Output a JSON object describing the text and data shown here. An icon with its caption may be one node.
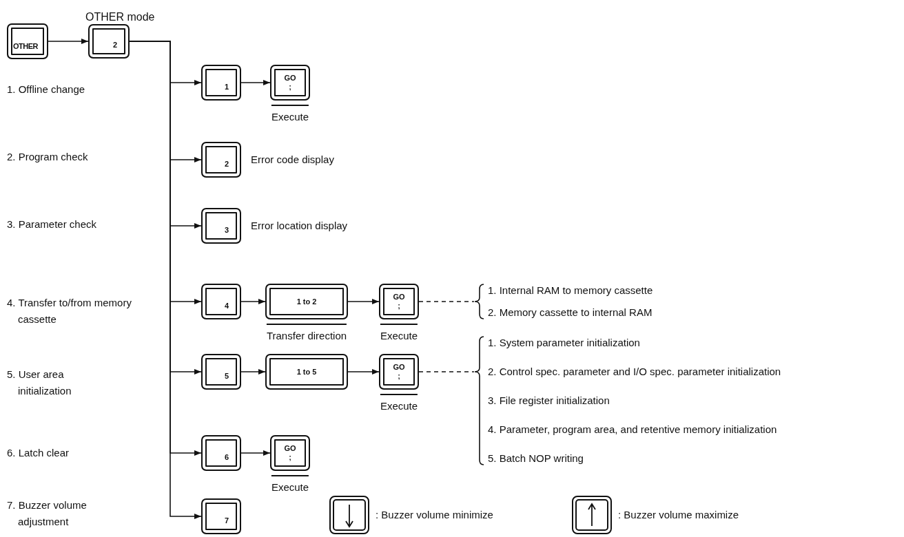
{
  "diagram": {
    "nodes": [
      {
        "text": [
          "OTHER"
        ]
      },
      {
        "text": [
          "2"
        ],
        "beside": [
          "OTHER mode"
        ]
      },
      {
        "text": [
          "1"
        ]
      },
      {
        "text": [
          "GO",
          ";"
        ],
        "beside": [
          "Execute"
        ]
      },
      {
        "text": [
          "2"
        ],
        "beside": [
          "Error code display"
        ]
      },
      {
        "text": [
          "3"
        ],
        "beside": [
          "Error location display"
        ]
      },
      {
        "text": [
          "4"
        ]
      },
      {
        "text": [
          "1 to 2"
        ],
        "beside": [
          "Transfer direction"
        ]
      },
      {
        "text": [
          "GO",
          ";"
        ],
        "beside": [
          "Execute"
        ]
      },
      {
        "text": [
          "1. Internal RAM to memory cassette",
          "2. Memory cassette to internal RAM"
        ]
      },
      {
        "text": [
          "5"
        ]
      },
      {
        "text": [
          "1 to 5"
        ]
      },
      {
        "text": [
          "GO",
          ";"
        ],
        "beside": [
          "Execute"
        ]
      },
      {
        "text": [
          "1. System parameter initialization",
          "2. Control spec. parameter and I/O spec. parameter initialization",
          "3. File register initialization",
          "4. Parameter, program area, and retentive memory initialization",
          "5. Batch NOP writing"
        ]
      },
      {
        "text": [
          "6"
        ]
      },
      {
        "text": [
          "GO",
          ";"
        ],
        "beside": [
          "Execute"
        ]
      },
      {
        "text": [
          "7"
        ]
      }
    ],
    "edges": [
      {
        "from": 0,
        "to": 1,
        "arrow": "to"
      },
      {
        "from": 1,
        "to": 2,
        "arrow": "to"
      },
      {
        "from": 2,
        "to": 3,
        "arrow": "to"
      },
      {
        "from": 1,
        "to": 4,
        "arrow": "to"
      },
      {
        "from": 1,
        "to": 5,
        "arrow": "to"
      },
      {
        "from": 1,
        "to": 6,
        "arrow": "to"
      },
      {
        "from": 6,
        "to": 7,
        "arrow": "to"
      },
      {
        "from": 7,
        "to": 8,
        "arrow": "to"
      },
      {
        "from": 8,
        "to": 9,
        "arrow": "none",
        "style": "dashed"
      },
      {
        "from": 1,
        "to": 10,
        "arrow": "to"
      },
      {
        "from": 10,
        "to": 11,
        "arrow": "to"
      },
      {
        "from": 11,
        "to": 12,
        "arrow": "to"
      },
      {
        "from": 12,
        "to": 13,
        "arrow": "none",
        "style": "dashed"
      },
      {
        "from": 1,
        "to": 14,
        "arrow": "to"
      },
      {
        "from": 14,
        "to": 15,
        "arrow": "to"
      },
      {
        "from": 1,
        "to": 16,
        "arrow": "to"
      }
    ],
    "labels": [
      "1. Offline change",
      "2. Program check",
      "3. Parameter check",
      "4. Transfer to/from memory cassette",
      "5. User area initialization",
      "6. Latch clear",
      "7. Buzzer volume adjustment",
      ": Buzzer volume minimize",
      ": Buzzer volume maximize"
    ]
  }
}
